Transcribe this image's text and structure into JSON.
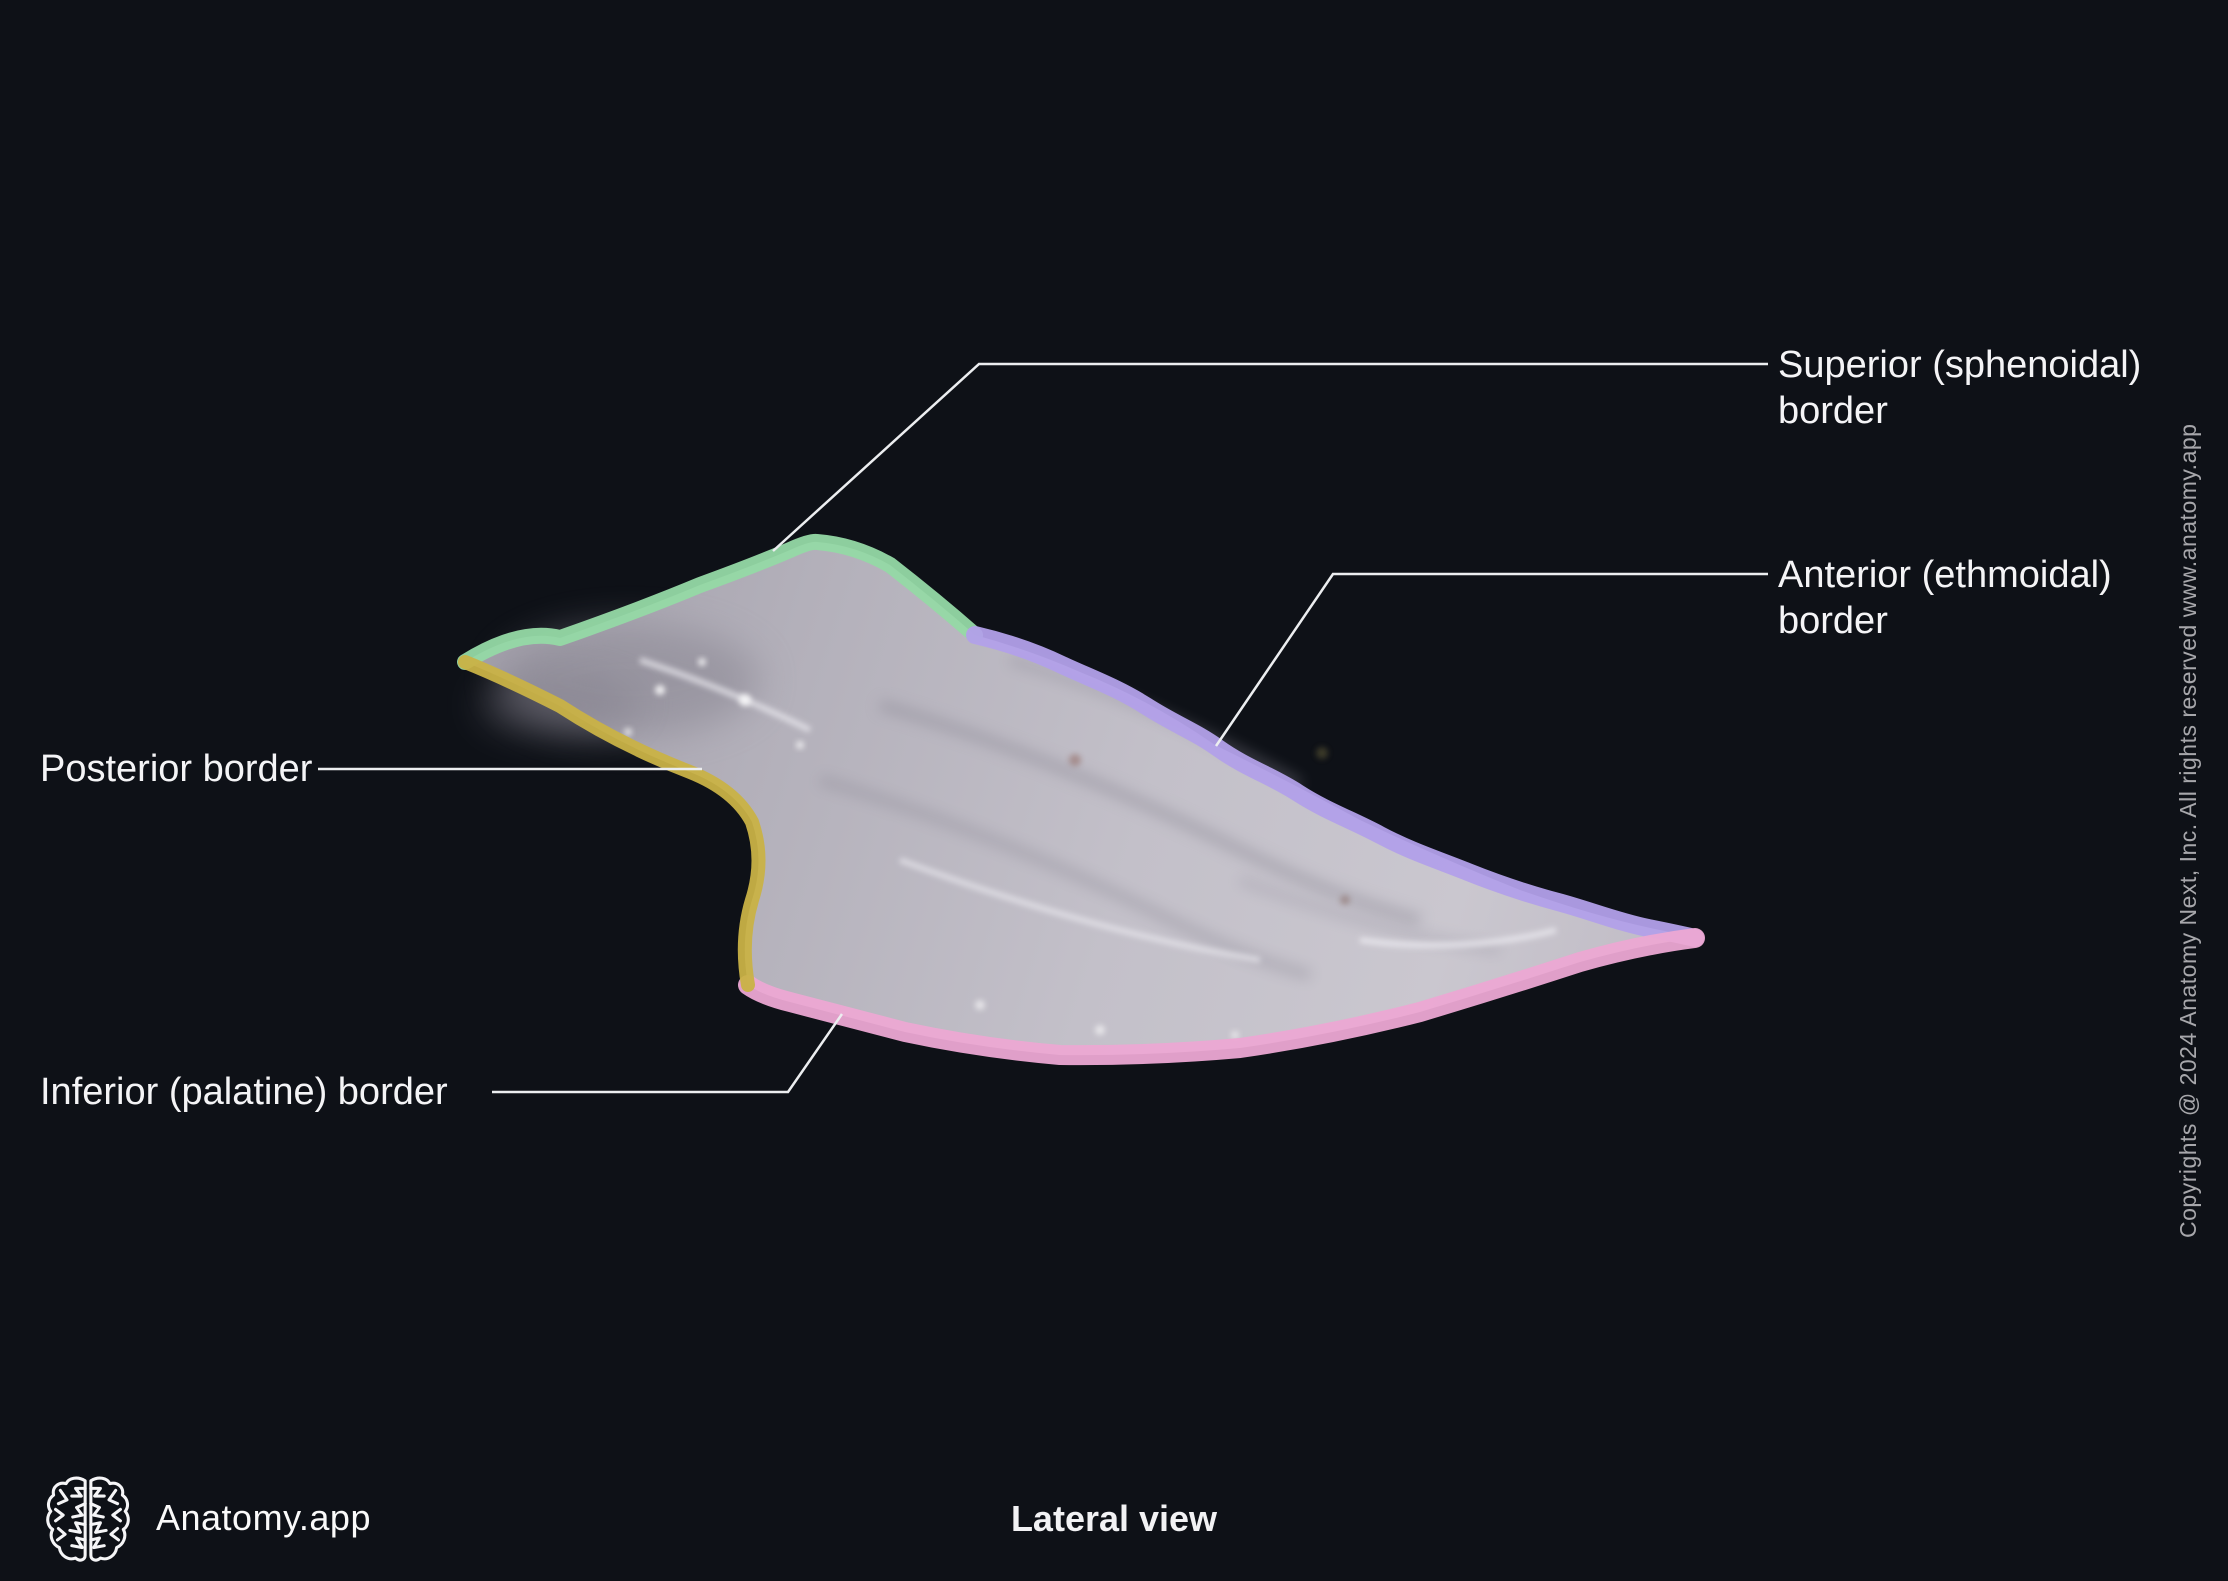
{
  "title": "Vomer",
  "view": {
    "label": "Lateral view"
  },
  "brand": {
    "name": "Anatomy.app"
  },
  "copyright": {
    "text": "Copyrights @ 2024 Anatomy Next, Inc. All rights reserved www.anatomy.app"
  },
  "labels": {
    "superior": {
      "line1": "Superior (sphenoidal)",
      "line2": "border"
    },
    "anterior": {
      "line1": "Anterior (ethmoidal)",
      "line2": "border"
    },
    "posterior": {
      "text": "Posterior border"
    },
    "inferior": {
      "text": "Inferior (palatine) border"
    }
  },
  "colors": {
    "background": "#0e1117",
    "superior_border": "#95d9a5",
    "anterior_border": "#b2a0e9",
    "posterior_border": "#c9b246",
    "inferior_border": "#eca8d3",
    "bone_base": "#bab7c1",
    "leader_line": "#eceef0",
    "label_text": "#f4f4f6"
  }
}
